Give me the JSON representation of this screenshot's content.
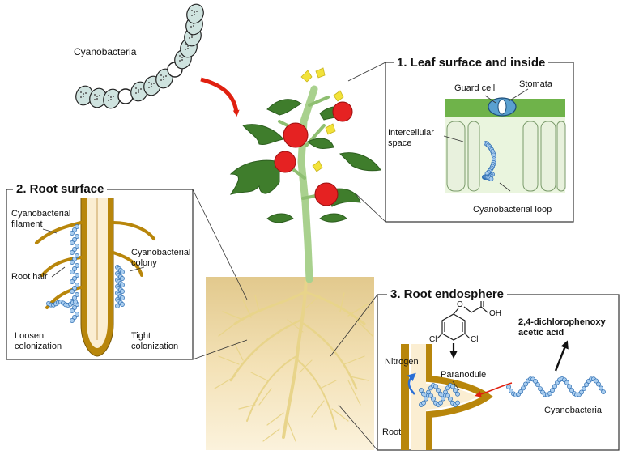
{
  "organism_label": "Cyanobacteria",
  "panels": {
    "leaf": {
      "title": "1. Leaf surface and inside",
      "guard_cell": "Guard cell",
      "stomata": "Stomata",
      "intercellular_space": "Intercellular\nspace",
      "loop": "Cyanobacterial loop"
    },
    "root_surface": {
      "title": "2. Root surface",
      "filament": "Cyanobacterial\nfilament",
      "colony": "Cyanobacterial\ncolony",
      "root_hair": "Root hair",
      "loosen": "Loosen\ncolonization",
      "tight": "Tight\ncolonization"
    },
    "endosphere": {
      "title": "3. Root endosphere",
      "chem_cl_left": "Cl",
      "chem_cl_right": "Cl",
      "chem_o": "O",
      "chem_oh": "OH",
      "auxin": "2,4-dichlorophenoxy\nacetic acid",
      "nitrogen": "Nitrogen",
      "paranodule": "Paranodule",
      "root": "Root",
      "cyanobacteria": "Cyanobacteria"
    }
  },
  "colors": {
    "cell_fill": "#cfe3df",
    "heterocyst": "#ffffff",
    "arrow_red": "#e02010",
    "root_brown": "#b8860b",
    "root_inner": "#fbeed2",
    "soil": "#f3e1b5",
    "bacteria_blue": "#6fa8dc",
    "tomato_red": "#e52222",
    "leaf_green": "#3f7d2c",
    "flower_yellow": "#f2e23a",
    "stem_green": "#a9d18e"
  }
}
